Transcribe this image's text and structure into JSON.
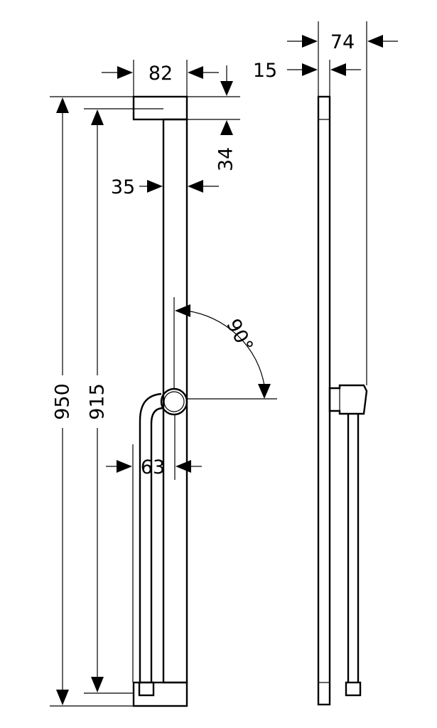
{
  "dimensions": {
    "total_height": "950",
    "rail_height": "915",
    "bracket_width": "82",
    "bracket_height": "34",
    "rail_width": "35",
    "hose_offset": "63",
    "side_depth": "74",
    "side_thickness": "15",
    "rotation_angle": "90°"
  }
}
